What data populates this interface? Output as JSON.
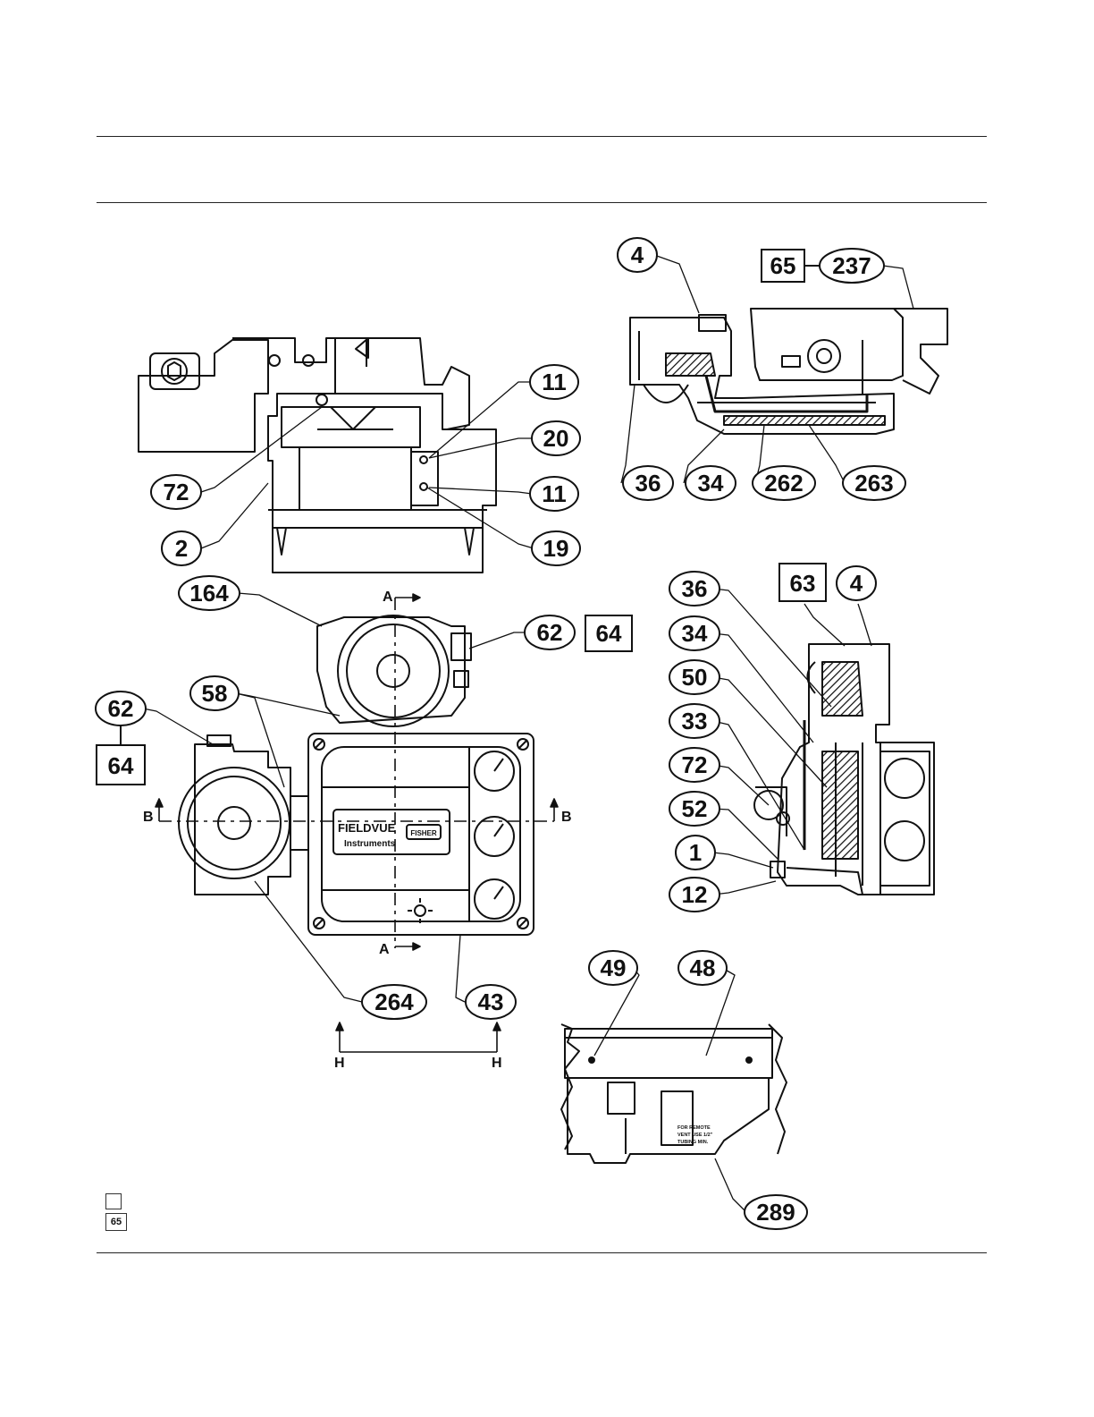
{
  "callouts": [
    {
      "id": "c4a",
      "label": "4"
    },
    {
      "id": "c237",
      "label": "237"
    },
    {
      "id": "c11a",
      "label": "11"
    },
    {
      "id": "c20",
      "label": "20"
    },
    {
      "id": "c11b",
      "label": "11"
    },
    {
      "id": "c72a",
      "label": "72"
    },
    {
      "id": "c2",
      "label": "2"
    },
    {
      "id": "c19",
      "label": "19"
    },
    {
      "id": "c36a",
      "label": "36"
    },
    {
      "id": "c34a",
      "label": "34"
    },
    {
      "id": "c262",
      "label": "262"
    },
    {
      "id": "c263",
      "label": "263"
    },
    {
      "id": "c164",
      "label": "164"
    },
    {
      "id": "c62a",
      "label": "62"
    },
    {
      "id": "c58",
      "label": "58"
    },
    {
      "id": "c62b",
      "label": "62"
    },
    {
      "id": "c36b",
      "label": "36"
    },
    {
      "id": "c4b",
      "label": "4"
    },
    {
      "id": "c34b",
      "label": "34"
    },
    {
      "id": "c50",
      "label": "50"
    },
    {
      "id": "c33",
      "label": "33"
    },
    {
      "id": "c72b",
      "label": "72"
    },
    {
      "id": "c52",
      "label": "52"
    },
    {
      "id": "c1",
      "label": "1"
    },
    {
      "id": "c12",
      "label": "12"
    },
    {
      "id": "c264",
      "label": "264"
    },
    {
      "id": "c43",
      "label": "43"
    },
    {
      "id": "c49",
      "label": "49"
    },
    {
      "id": "c48",
      "label": "48"
    },
    {
      "id": "c289",
      "label": "289"
    }
  ],
  "boxed_callouts": [
    {
      "id": "b65",
      "label": "65"
    },
    {
      "id": "b64a",
      "label": "64"
    },
    {
      "id": "b63",
      "label": "63"
    },
    {
      "id": "b64b",
      "label": "64"
    }
  ],
  "section_marks": {
    "a_top": "A",
    "a_bottom": "A",
    "b_left": "B",
    "b_right": "B",
    "h_left": "H",
    "h_right": "H"
  },
  "nameplate": {
    "brand": "FIELDVUE",
    "subtitle": "Instruments",
    "maker": "FISHER"
  },
  "vent_note": {
    "line1": "FOR REMOTE",
    "line2": "VENT USE 1/2\"",
    "line3": "TUBING MIN."
  },
  "legend": {
    "boxed_label": "65"
  }
}
